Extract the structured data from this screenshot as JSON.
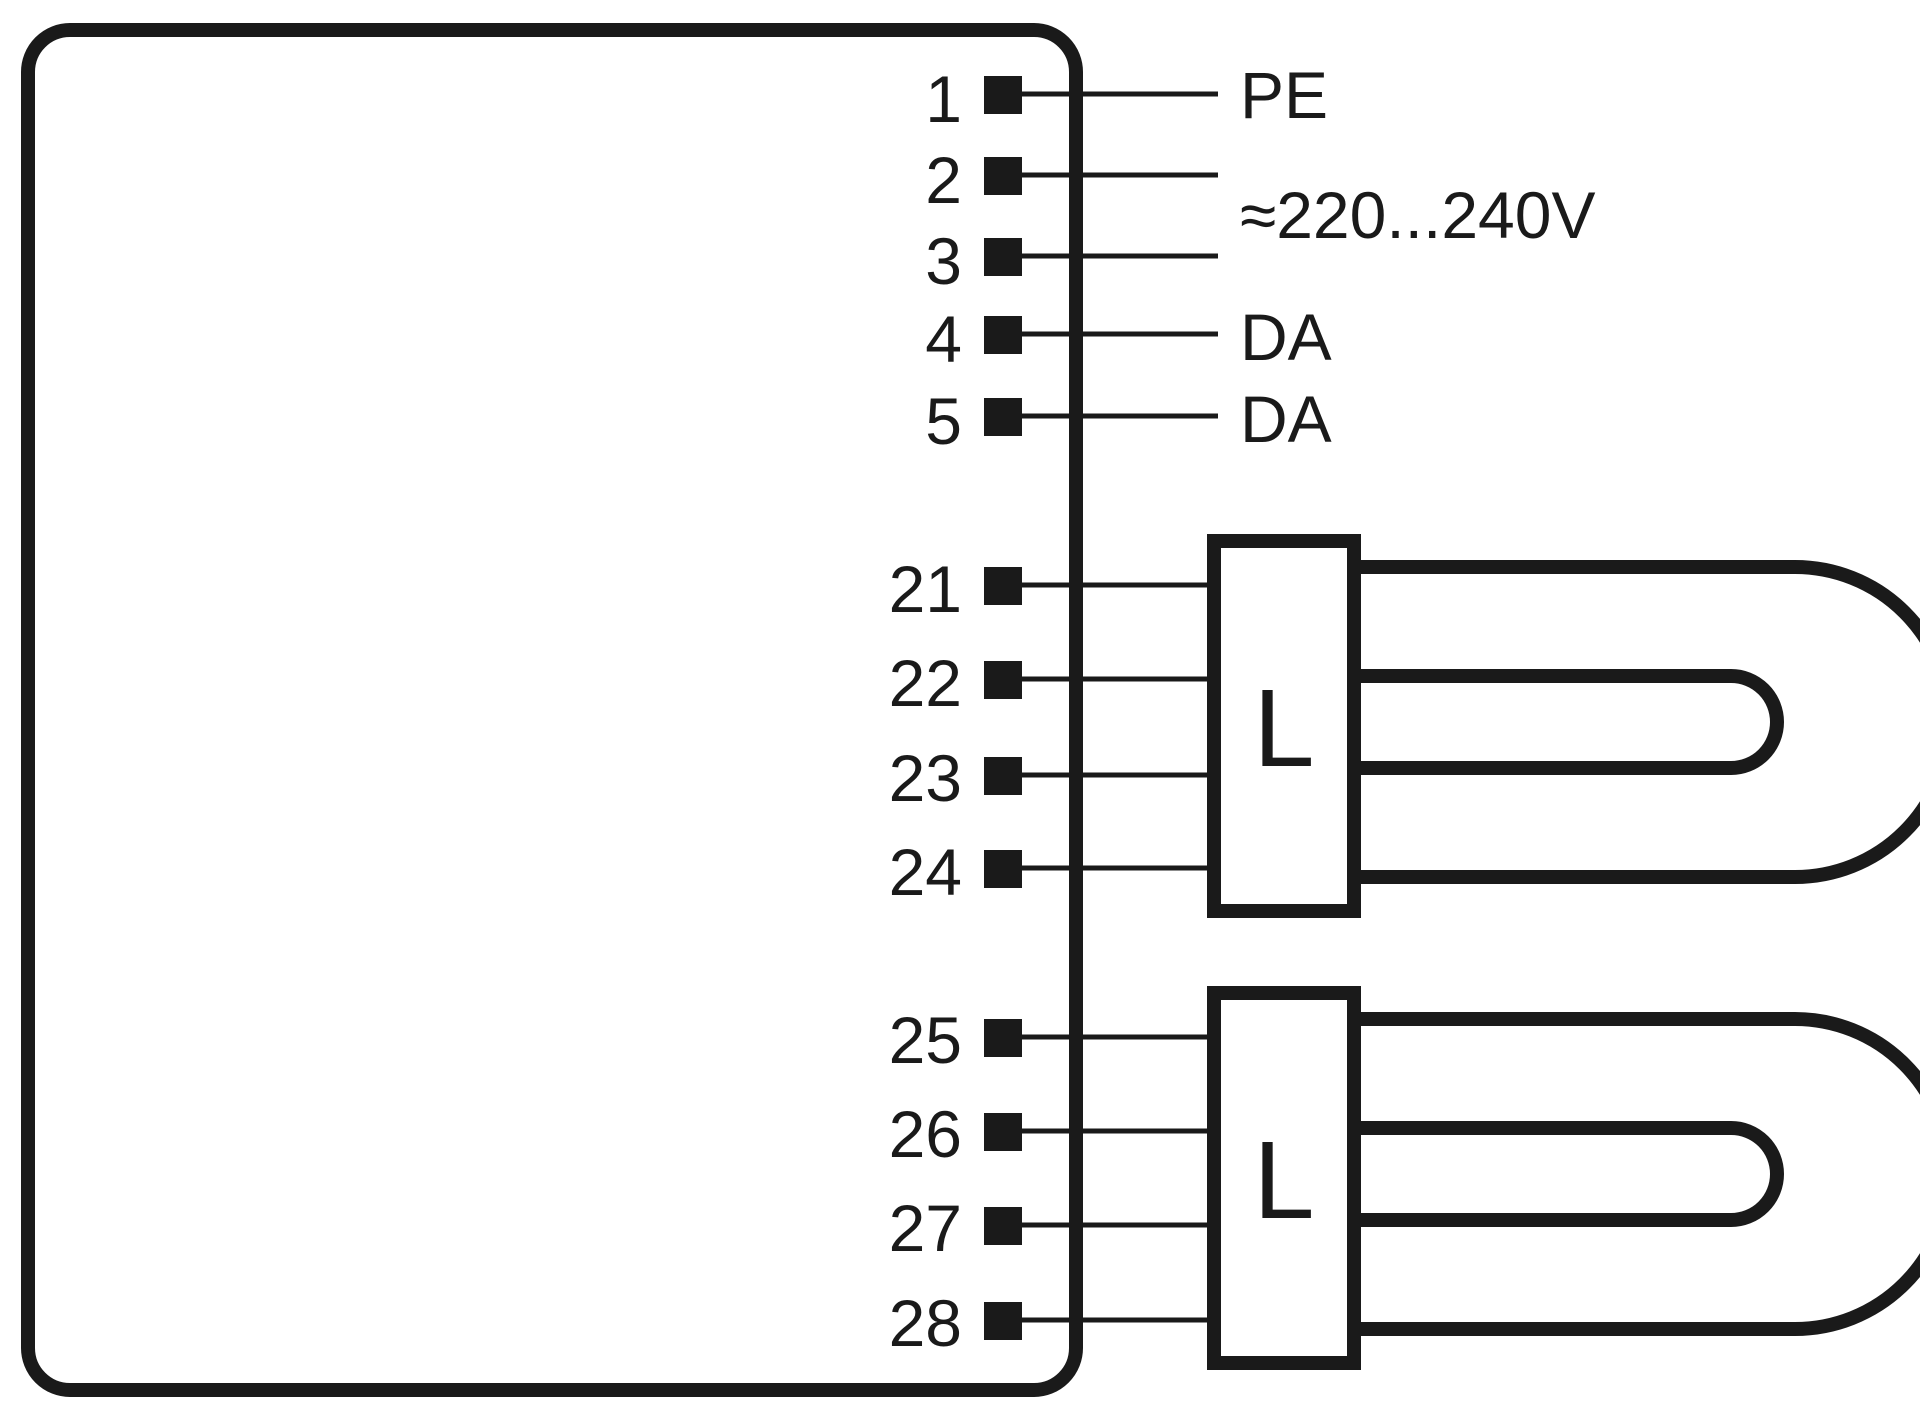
{
  "colors": {
    "stroke": "#1a1a1a",
    "background": "#ffffff"
  },
  "ballast": {
    "terminals": [
      {
        "id": "t1",
        "label": "1"
      },
      {
        "id": "t2",
        "label": "2"
      },
      {
        "id": "t3",
        "label": "3"
      },
      {
        "id": "t4",
        "label": "4"
      },
      {
        "id": "t5",
        "label": "5"
      },
      {
        "id": "t21",
        "label": "21"
      },
      {
        "id": "t22",
        "label": "22"
      },
      {
        "id": "t23",
        "label": "23"
      },
      {
        "id": "t24",
        "label": "24"
      },
      {
        "id": "t25",
        "label": "25"
      },
      {
        "id": "t26",
        "label": "26"
      },
      {
        "id": "t27",
        "label": "27"
      },
      {
        "id": "t28",
        "label": "28"
      }
    ]
  },
  "connections": {
    "pe": "PE",
    "mains": "≈220...240V",
    "da1": "DA",
    "da2": "DA"
  },
  "lamps": [
    {
      "label": "L"
    },
    {
      "label": "L"
    }
  ]
}
